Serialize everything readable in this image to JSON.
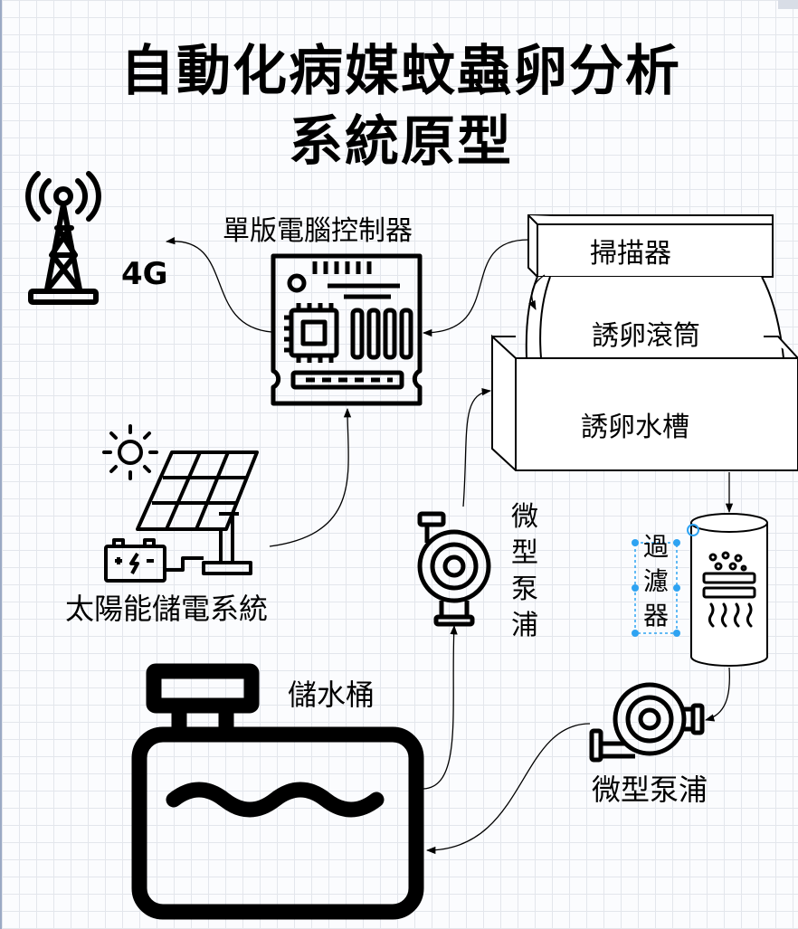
{
  "title": {
    "line1": "自動化病媒蚊蟲卵分析",
    "line2": "系統原型"
  },
  "labels": {
    "network": "4G",
    "controller": "單版電腦控制器",
    "scanner": "掃描器",
    "drum": "誘卵滾筒",
    "tank": "誘卵水槽",
    "pump_vertical": "微型泵浦",
    "filter": "過濾器",
    "solar": "太陽能儲電系統",
    "bucket": "儲水桶",
    "pump_bottom": "微型泵浦"
  },
  "icons": {
    "tower": "cell-tower-icon",
    "cpu_board": "circuit-board-icon",
    "sun": "sun-icon",
    "solar_panel": "solar-panel-icon",
    "battery": "battery-icon",
    "pump": "pump-icon",
    "filter": "water-filter-icon",
    "bucket": "water-tank-icon"
  },
  "colors": {
    "line": "#000000",
    "grid": "#e3e6ec",
    "selection": "#2ea3f2"
  }
}
